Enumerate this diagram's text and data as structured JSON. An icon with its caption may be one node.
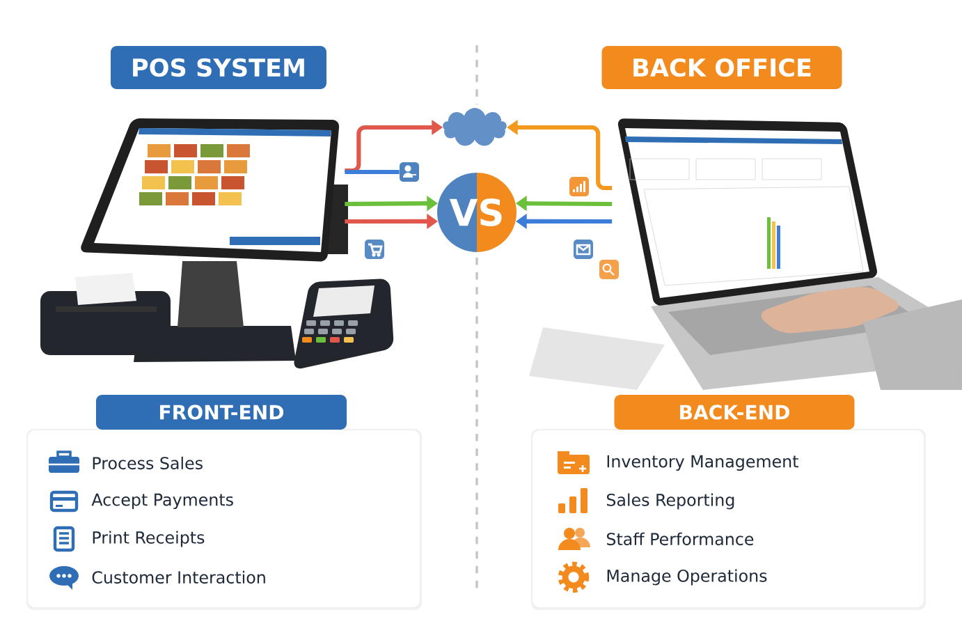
{
  "diagram": {
    "nodes": [
      {
        "text": [
          "POS SYSTEM"
        ]
      },
      {
        "text": [
          "BACK OFFICE"
        ]
      },
      {
        "text": [],
        "shape": "picture"
      },
      {
        "text": [],
        "shape": "cloud"
      },
      {
        "text": [
          "VS"
        ]
      },
      {
        "text": [],
        "shape": "picture"
      },
      {
        "text": [],
        "shape": "picture"
      },
      {
        "text": [
          "FRONT-END"
        ]
      },
      {
        "text": [
          "BACK-END"
        ]
      }
    ],
    "edges": [
      {
        "from": 2,
        "to": 3,
        "arrow": "to",
        "color": "#e2574c"
      },
      {
        "from": 2,
        "to": 6,
        "arrow": "none",
        "color": "#3b7dd8"
      },
      {
        "from": 2,
        "to": 4,
        "arrow": "to",
        "color": "#6bbf3a"
      },
      {
        "from": 2,
        "to": 4,
        "arrow": "to",
        "color": "#e2574c"
      },
      {
        "from": 5,
        "to": 3,
        "arrow": "to",
        "color": "#f39a1e"
      },
      {
        "from": 5,
        "to": 4,
        "arrow": "to",
        "color": "#6bbf3a"
      },
      {
        "from": 5,
        "to": 4,
        "arrow": "to",
        "color": "#3b7dd8"
      }
    ],
    "labels": [
      "Process Sales",
      "Accept Payments",
      "Print Receipts",
      "Customer Interaction",
      "Inventory Management",
      "Sales Reporting",
      "Staff Performance",
      "Manage Operations"
    ]
  }
}
